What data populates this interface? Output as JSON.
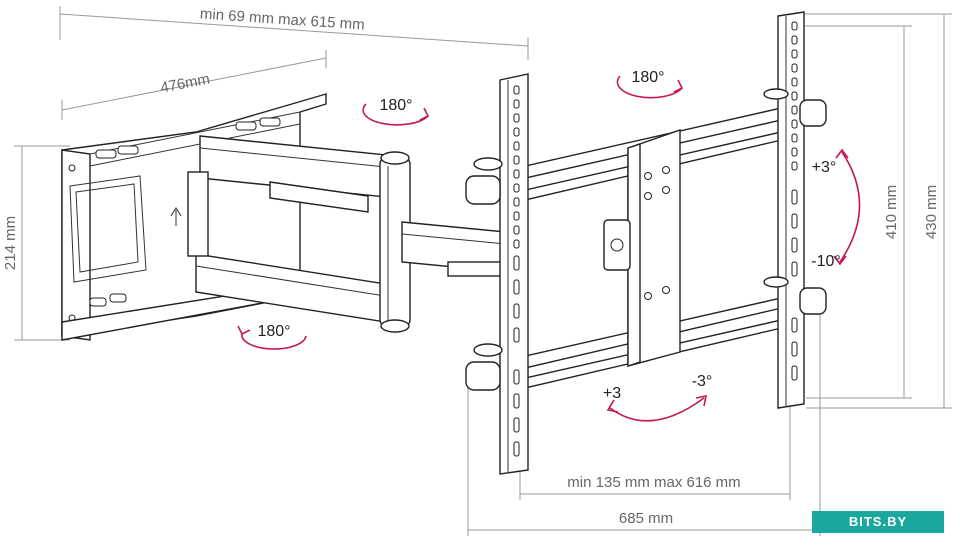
{
  "dimensions": {
    "arm_extension": "min 69 mm max 615 mm",
    "wall_plate_width": "476mm",
    "wall_plate_height": "214 mm",
    "vesa_height": "410 mm",
    "total_height": "430 mm",
    "vesa_width": "min 135 mm max 616 mm",
    "total_width": "685 mm"
  },
  "rotation_labels": {
    "swivel_top_left": "180°",
    "swivel_top_right": "180°",
    "swivel_bottom_left": "180°",
    "tilt_up": "+3°",
    "tilt_down": "-10°",
    "level_plus": "+3",
    "level_minus": "-3°"
  },
  "brand": {
    "text": "BITS.BY"
  },
  "colors": {
    "arrow_accent": "#c2185b",
    "brand_bg": "#1aa79e",
    "dimension_text": "#666666"
  }
}
